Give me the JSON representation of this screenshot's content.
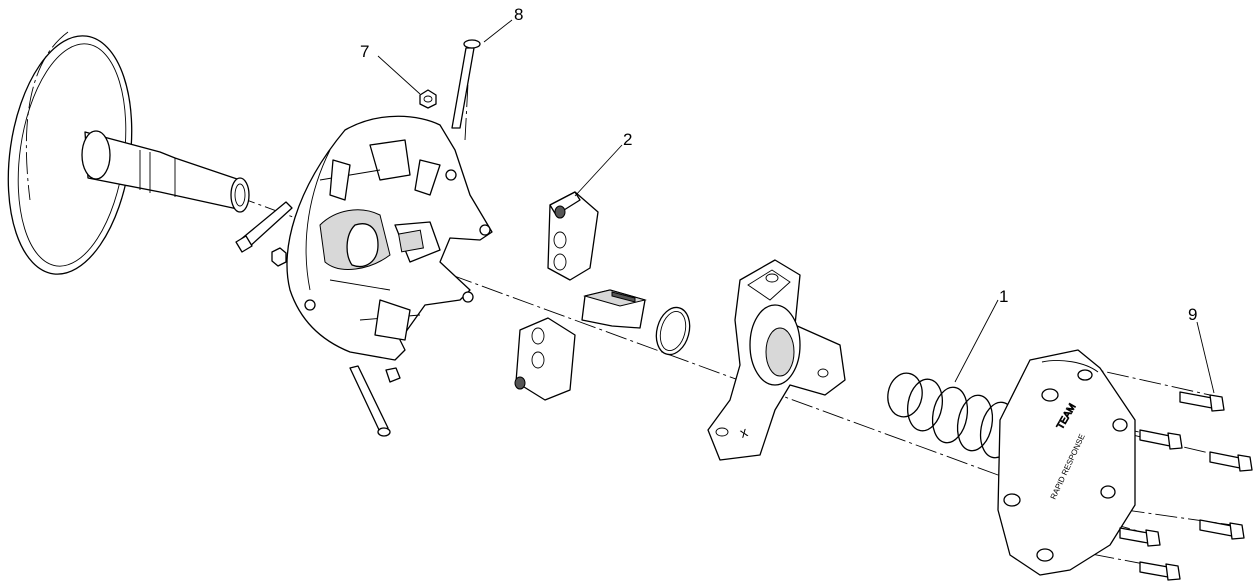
{
  "diagram": {
    "callouts": [
      {
        "id": "1",
        "label": "1"
      },
      {
        "id": "2",
        "label": "2"
      },
      {
        "id": "7",
        "label": "7"
      },
      {
        "id": "8",
        "label": "8"
      },
      {
        "id": "9",
        "label": "9"
      }
    ],
    "parts": [
      "sheave-disc",
      "spider-housing",
      "roller-weight",
      "bushing-block",
      "snap-ring",
      "drive-spider",
      "clutch-spring",
      "cover-plate",
      "cover-bolt",
      "lock-nut",
      "long-pin",
      "tower-bolt"
    ],
    "stamped_text": {
      "cover_logo": "TEAM",
      "cover_marking": "RAPID RESPONSE"
    }
  }
}
